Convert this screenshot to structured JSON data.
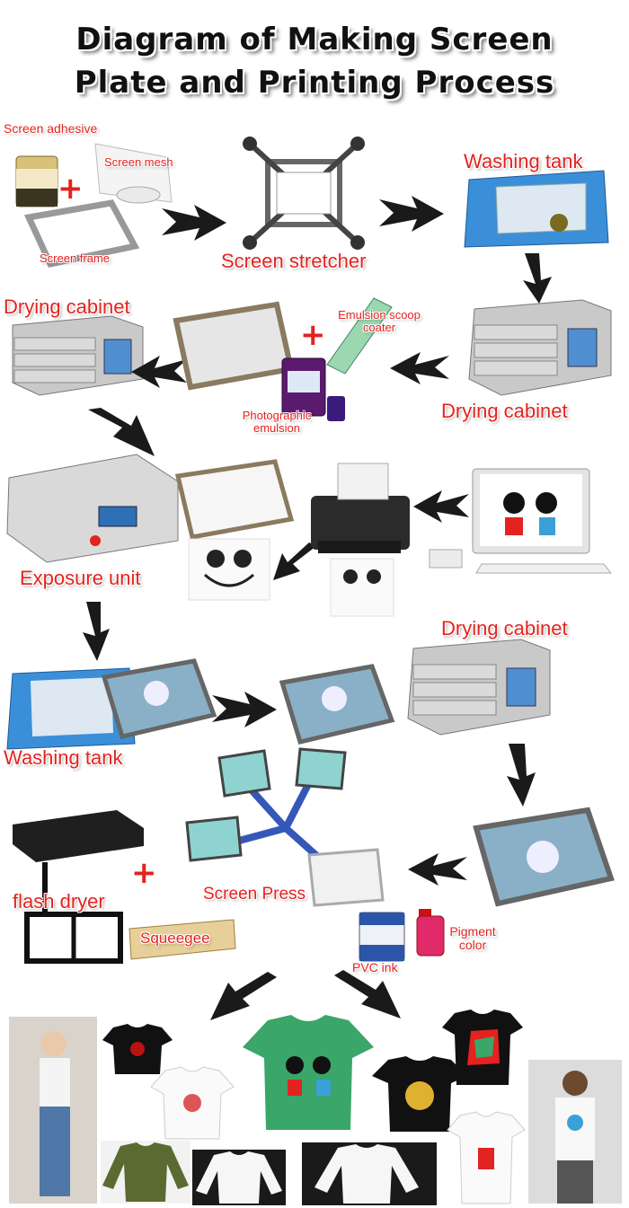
{
  "title": {
    "line1": "Diagram of Making Screen",
    "line2": "Plate and Printing Process"
  },
  "labels": {
    "screen_adhesive": "Screen adhesive",
    "screen_mesh": "Screen mesh",
    "screen_frame": "Screen frame",
    "screen_stretcher": "Screen stretcher",
    "washing_tank_top": "Washing tank",
    "drying_cabinet_left": "Drying cabinet",
    "emulsion_scoop_coater": "Emulsion scoop coater",
    "photographic_emulsion": "Photographic emulsion",
    "drying_cabinet_right": "Drying cabinet",
    "exposure_unit": "Exposure unit",
    "drying_cabinet_third": "Drying cabinet",
    "washing_tank_bottom": "Washing tank",
    "screen_press": "Screen Press",
    "flash_dryer": "flash dryer",
    "squeegee": "Squeegee",
    "pvc_ink": "PVC ink",
    "pigment_color": "Pigment color"
  },
  "colors": {
    "label_red": "#e3231f",
    "title_black": "#111111",
    "arrow_dark": "#1a1a1a",
    "tank_blue": "#3a8fd8",
    "cabinet_gray": "#c9c9c9",
    "press_blue": "#3558b8",
    "shirt_green": "#3aa66a"
  }
}
